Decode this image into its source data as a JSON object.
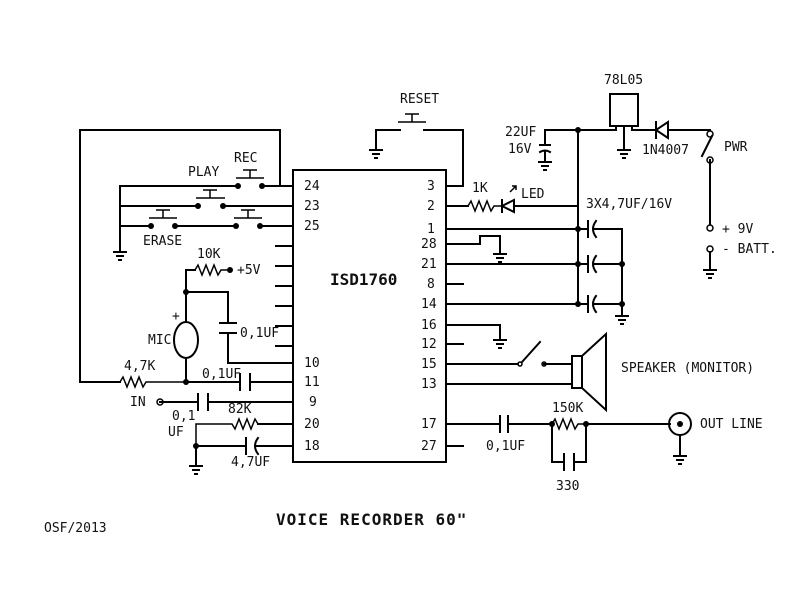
{
  "title": "VOICE RECORDER 60\"",
  "credit": "OSF/2013",
  "ic": {
    "name": "ISD1760",
    "left_pins": [
      "24",
      "23",
      "25",
      "10",
      "11",
      "9",
      "20",
      "18"
    ],
    "right_pins": [
      "3",
      "2",
      "1",
      "28",
      "21",
      "8",
      "14",
      "16",
      "12",
      "15",
      "13",
      "17",
      "27"
    ]
  },
  "labels": {
    "reset": "RESET",
    "play": "PLAY",
    "rec": "REC",
    "erase": "ERASE",
    "r10k": "10K",
    "plus5v": "+5V",
    "mic": "MIC",
    "mic_plus": "+",
    "c_mic": "0,1UF",
    "r47k": "4,7K",
    "c_pin11": "0,1UF",
    "in": "IN",
    "c_in_a": "0,1",
    "c_in_b": "UF",
    "r82k": "82K",
    "c47uf": "4,7UF",
    "r1k": "1K",
    "led": "LED",
    "c22uf_a": "22UF",
    "c22uf_b": "16V",
    "reg": "78L05",
    "diode": "1N4007",
    "pwr": "PWR",
    "caps3": "3X4,7UF/16V",
    "batt_plus": "+ 9V",
    "batt_minus": "- BATT.",
    "speaker": "SPEAKER (MONITOR)",
    "r150k": "150K",
    "c_out": "0,1UF",
    "c330": "330",
    "out_line": "OUT LINE"
  }
}
